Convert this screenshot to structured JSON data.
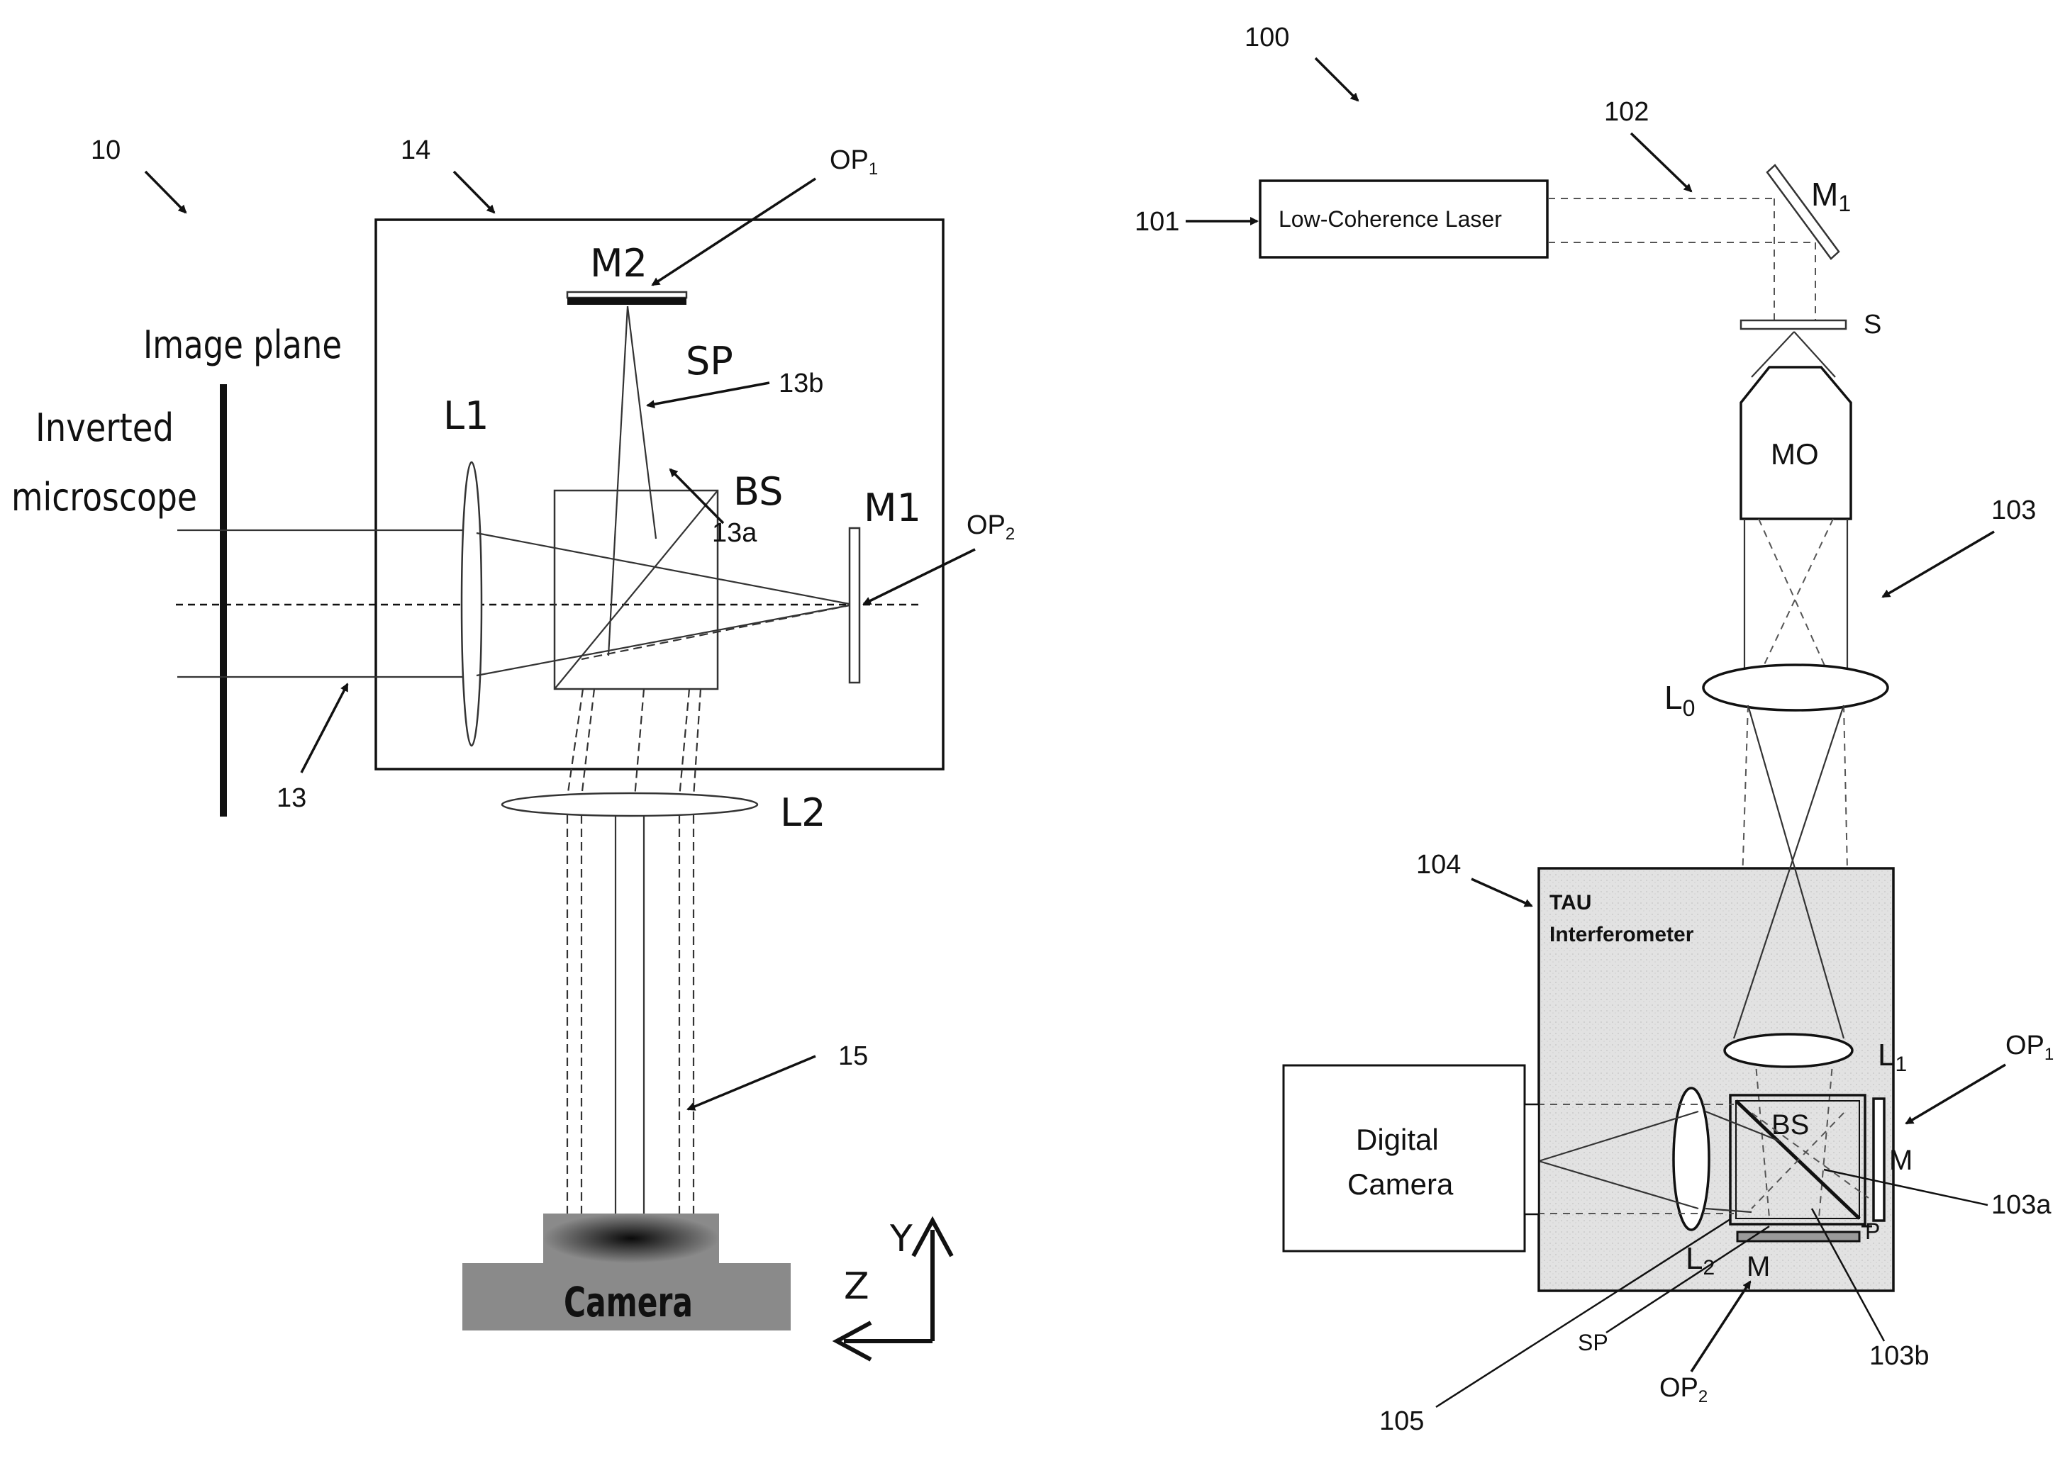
{
  "left_setup": {
    "ref": "10",
    "box_ref": "14",
    "image_plane": "Image plane",
    "inverted": "Inverted",
    "microscope": "microscope",
    "m2": "M2",
    "op1": "OP",
    "op1_sub": "1",
    "sp": "SP",
    "ref_13b": "13b",
    "l1": "L1",
    "bs": "BS",
    "ref_13a": "13a",
    "m1": "M1",
    "op2": "OP",
    "op2_sub": "2",
    "ref_13": "13",
    "l2": "L2",
    "ref_15": "15",
    "camera": "Camera",
    "axis_y": "Y",
    "axis_z": "Z"
  },
  "right_setup": {
    "ref": "100",
    "ref_101": "101",
    "laser": "Low-Coherence Laser",
    "ref_102": "102",
    "m1": "M",
    "m1_sub": "1",
    "s": "S",
    "mo": "MO",
    "ref_103": "103",
    "l0": "L",
    "l0_sub": "0",
    "ref_104": "104",
    "tau_line1": "TAU",
    "tau_line2": "Interferometer",
    "op1": "OP",
    "op1_sub": "1",
    "l1": "L",
    "l1_sub": "1",
    "bs": "BS",
    "m_right": "M",
    "ref_103a": "103a",
    "digital": "Digital",
    "camera": "Camera",
    "p": "P",
    "l2": "L",
    "l2_sub": "2",
    "m_bottom": "M",
    "sp": "SP",
    "ref_103b": "103b",
    "op2": "OP",
    "op2_sub": "2",
    "ref_105": "105"
  }
}
